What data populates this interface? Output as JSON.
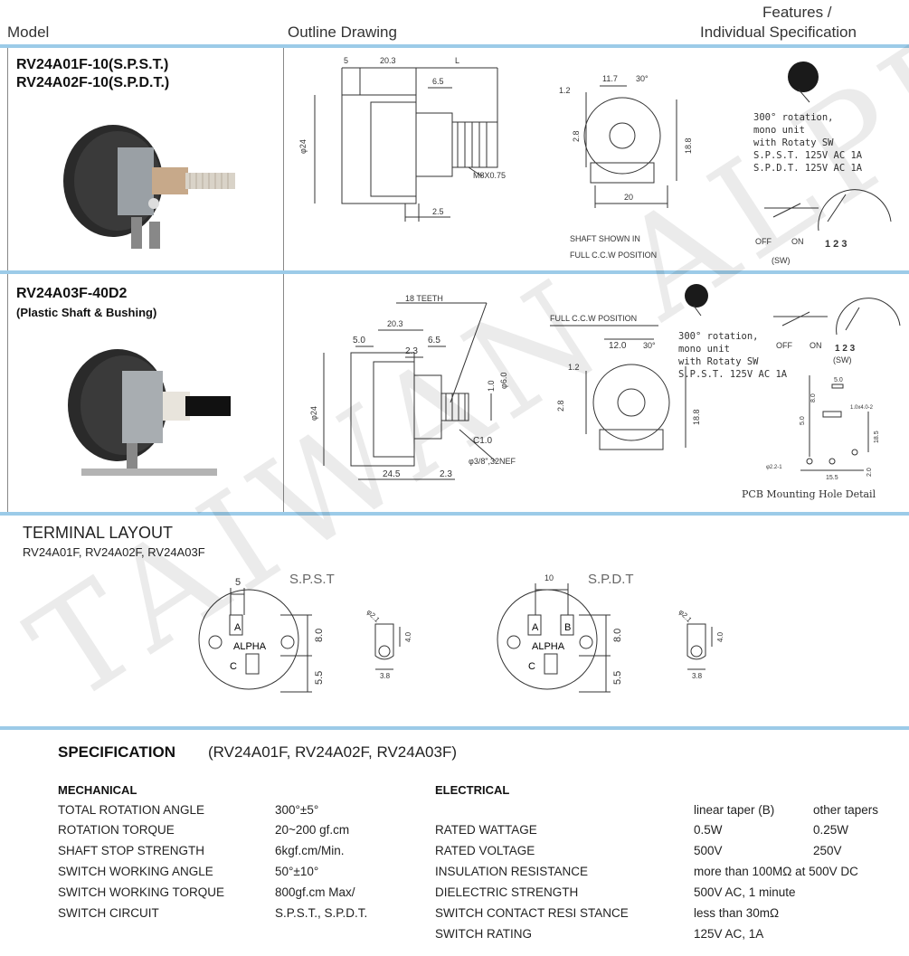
{
  "header": {
    "model": "Model",
    "outline": "Outline Drawing",
    "features_line1": "Features /",
    "features_line2": "Individual Specification"
  },
  "row1": {
    "model_line1": "RV24A01F-10(S.P.S.T.)",
    "model_line2": "RV24A02F-10(S.P.D.T.)",
    "dims": [
      "5",
      "20.3",
      "L",
      "6.5",
      "φ24",
      "M8X0.75",
      "2.5",
      "1.2",
      "11.7",
      "30°",
      "2.8",
      "18.8",
      "20"
    ],
    "shaft_note_1": "SHAFT SHOWN IN",
    "shaft_note_2": "FULL C.C.W POSITION",
    "features": [
      "300° rotation,",
      "mono unit",
      "with Rotaty SW",
      "S.P.S.T. 125V AC 1A",
      "S.P.D.T. 125V AC 1A"
    ],
    "sw_off": "OFF",
    "sw_on": "ON",
    "sw_label": "(SW)",
    "terminals": "1 2 3"
  },
  "row2": {
    "model_line1": "RV24A03F-40D2",
    "model_line2": "(Plastic Shaft & Bushing)",
    "teeth": "18 TEETH",
    "dims": [
      "20.3",
      "5.0",
      "2.3",
      "6.5",
      "1.0",
      "φ6.0",
      "φ24",
      "C1.0",
      "φ3/8\",32NEF",
      "24.5",
      "2.3",
      "12.0",
      "30°",
      "1.2",
      "2.8",
      "18.8"
    ],
    "ccw": "FULL C.C.W POSITION",
    "features": [
      "300° rotation,",
      "mono unit",
      "with Rotaty SW",
      "S.P.S.T. 125V AC 1A"
    ],
    "sw_off": "OFF",
    "sw_on": "ON",
    "sw_label": "(SW)",
    "terminals": "1 2 3",
    "pcb_dims": [
      "5.0",
      "5.0",
      "8.0",
      "1.0x4.0-2",
      "18.5",
      "φ2.2-1",
      "15.5",
      "2.0"
    ],
    "pcb_caption": "PCB Mounting Hole Detail"
  },
  "terminal": {
    "title": "TERMINAL LAYOUT",
    "models": "RV24A01F, RV24A02F, RV24A03F",
    "spst": "S.P.S.T",
    "spdt": "S.P.D.T",
    "spst_dims": [
      "5",
      "8.0",
      "5.5",
      "φ2.1",
      "4.0",
      "3.8"
    ],
    "spdt_dims": [
      "10",
      "8.0",
      "5.5",
      "φ2.1",
      "4.0",
      "3.8"
    ],
    "lug_a": "A",
    "lug_b": "B",
    "lug_c": "C",
    "brand": "ALPHA"
  },
  "spec": {
    "title": "SPECIFICATION",
    "models": "(RV24A01F, RV24A02F, RV24A03F)",
    "mechanical_title": "MECHANICAL",
    "electrical_title": "ELECTRICAL",
    "mechanical": [
      {
        "label": "TOTAL ROTATION ANGLE",
        "value": "300°±5°"
      },
      {
        "label": "ROTATION TORQUE",
        "value": "20~200 gf.cm"
      },
      {
        "label": "SHAFT STOP STRENGTH",
        "value": "6kgf.cm/Min."
      },
      {
        "label": "SWITCH WORKING ANGLE",
        "value": "50°±10°"
      },
      {
        "label": "SWITCH WORKING TORQUE",
        "value": "800gf.cm Max/"
      },
      {
        "label": "SWITCH CIRCUIT",
        "value": "S.P.S.T., S.P.D.T."
      }
    ],
    "electrical_head": {
      "linear": "linear taper (B)",
      "other": "other tapers"
    },
    "electrical": [
      {
        "label": "RATED WATTAGE",
        "linear": "0.5W",
        "other": "0.25W"
      },
      {
        "label": "RATED VOLTAGE",
        "linear": "500V",
        "other": "250V"
      },
      {
        "label": "INSULATION RESISTANCE",
        "linear": "more than 100MΩ at 500V DC",
        "other": ""
      },
      {
        "label": "DIELECTRIC STRENGTH",
        "linear": "500V AC, 1 minute",
        "other": ""
      },
      {
        "label": "SWITCH CONTACT RESI STANCE",
        "linear": "less than 30mΩ",
        "other": ""
      },
      {
        "label": "SWITCH RATING",
        "linear": "125V AC, 1A",
        "other": ""
      }
    ]
  },
  "watermark": {
    "text": "TAIWAN ALPHA",
    "product_mark": "ALPHA"
  },
  "colors": {
    "divider": "#9ccbe8",
    "knob": "#1a1a1a"
  }
}
